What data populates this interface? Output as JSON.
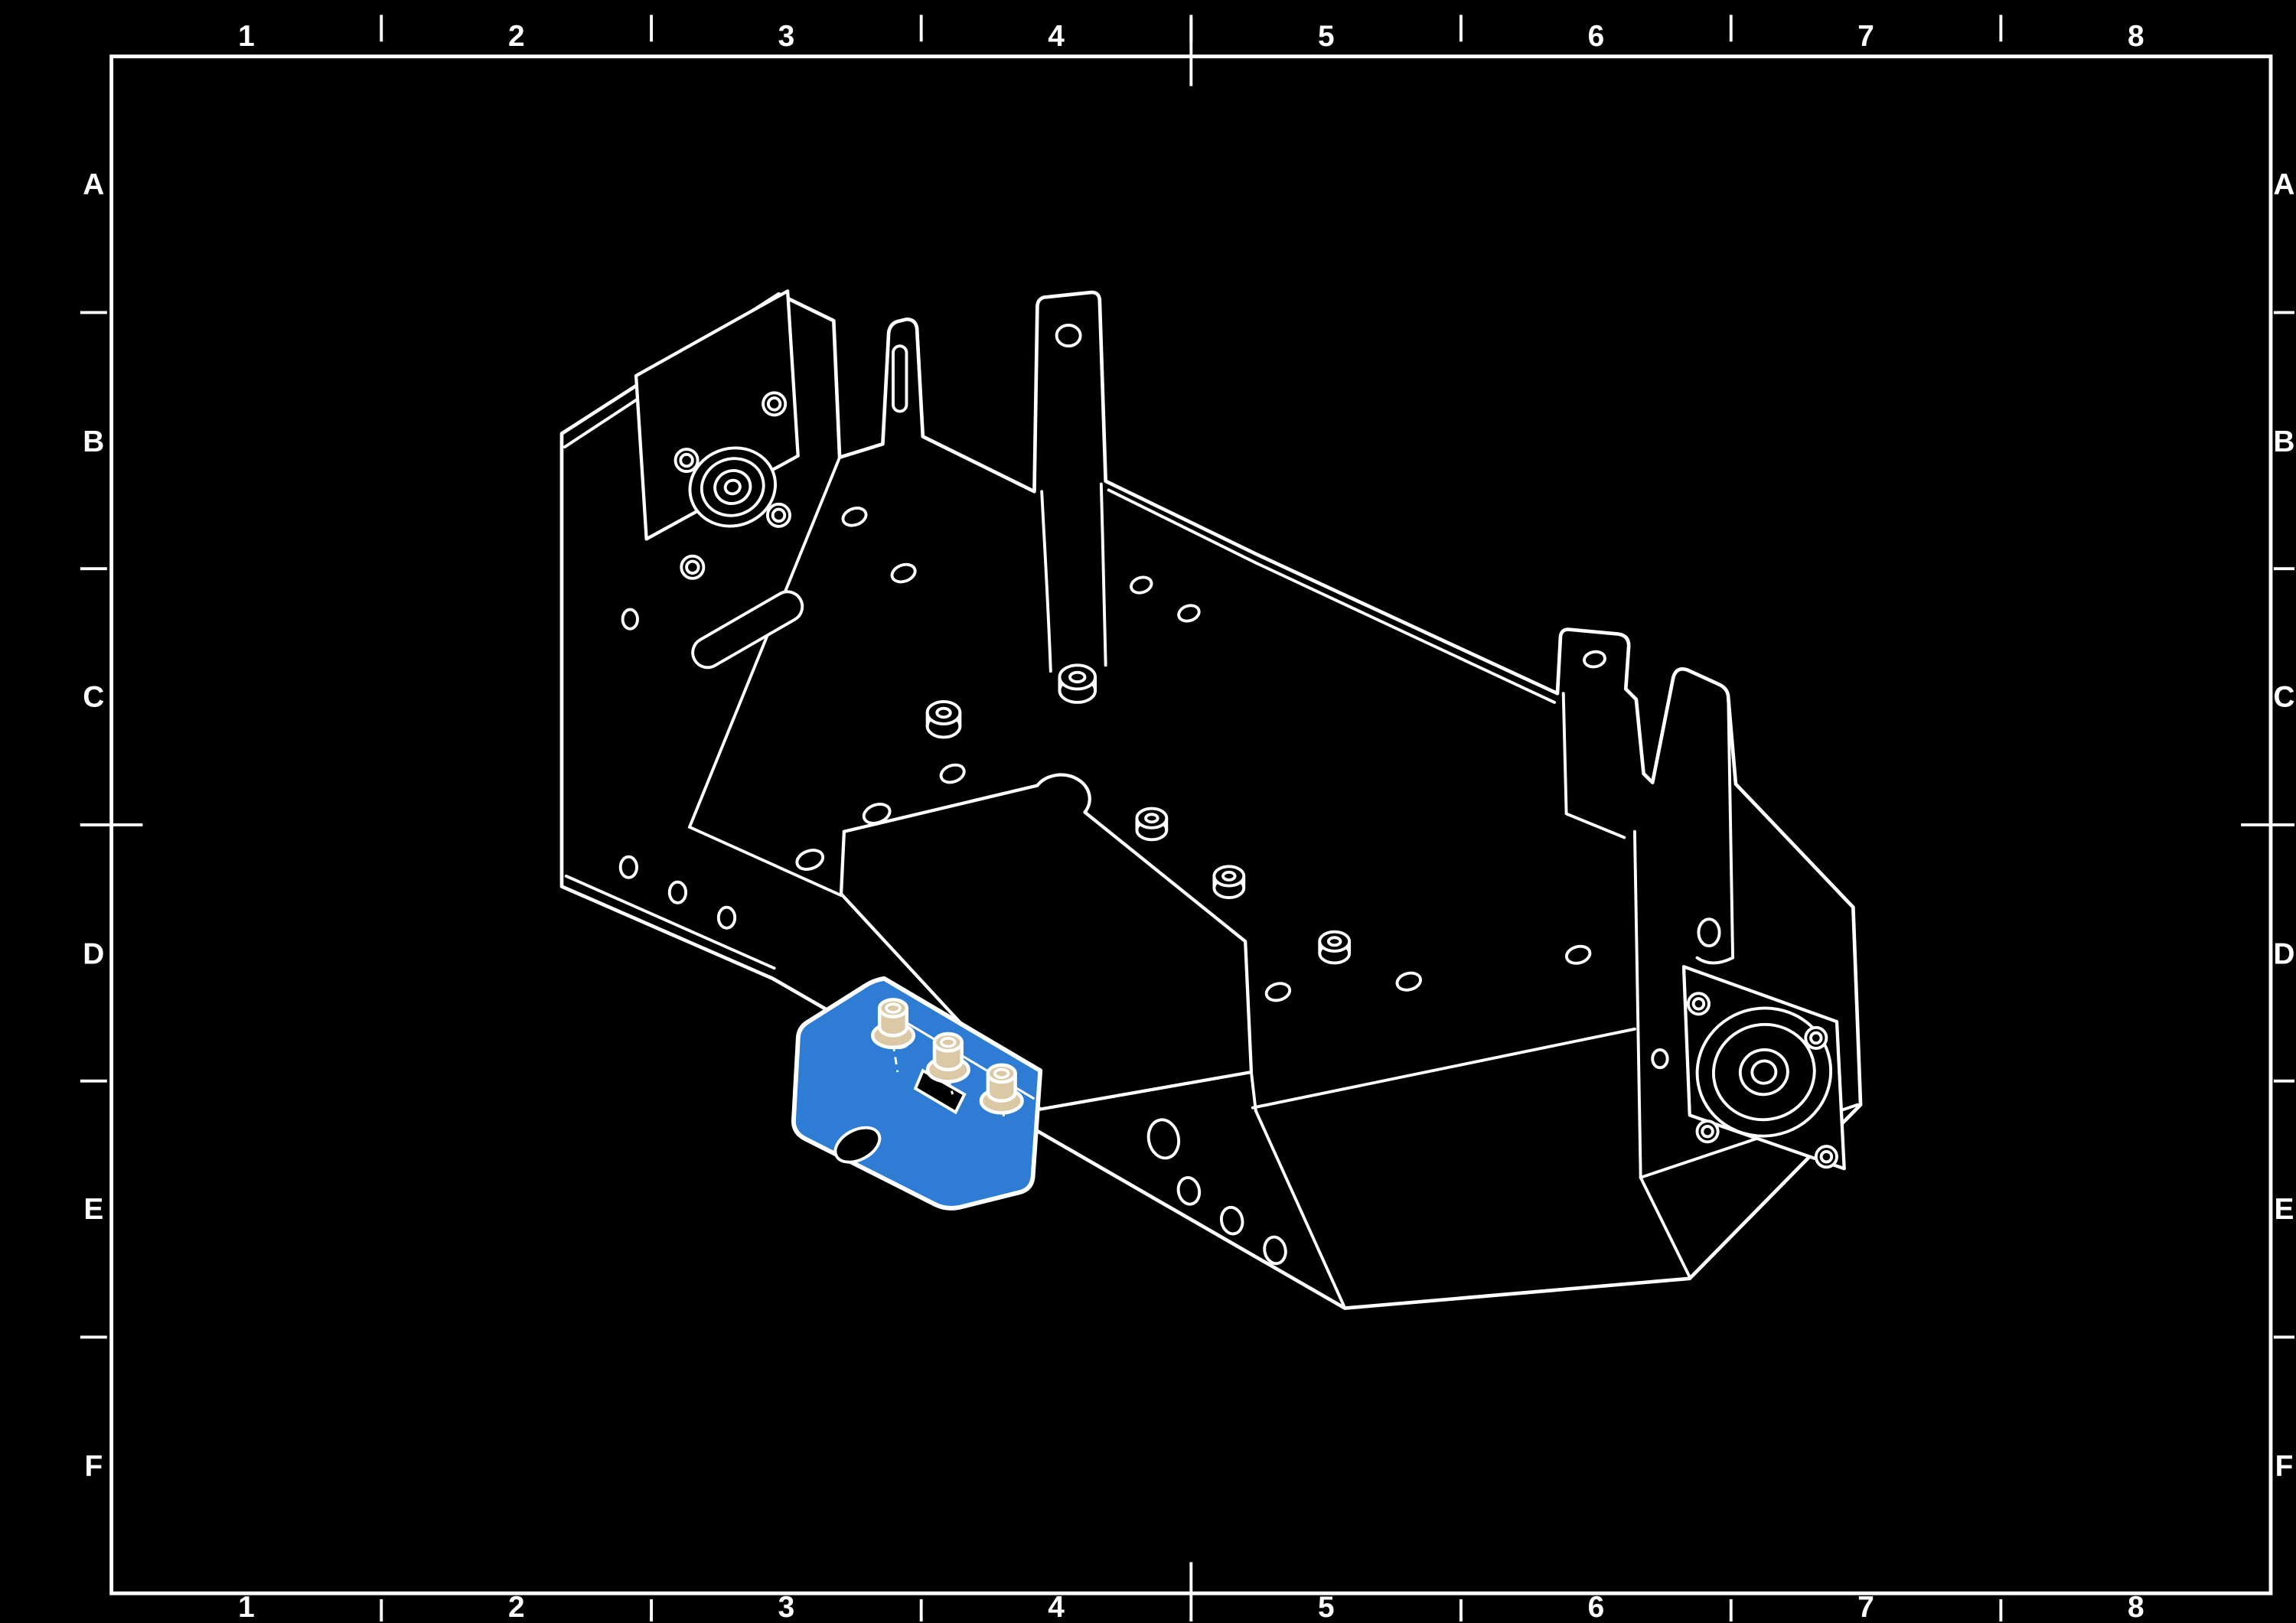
{
  "frame": {
    "columns": [
      "1",
      "2",
      "3",
      "4",
      "5",
      "6",
      "7",
      "8"
    ],
    "rows": [
      "A",
      "B",
      "C",
      "D",
      "E",
      "F"
    ]
  },
  "colors": {
    "background": "#000000",
    "line": "#ffffff",
    "highlight_part": "#2e7cd4",
    "fastener": "#dbc8a4"
  }
}
